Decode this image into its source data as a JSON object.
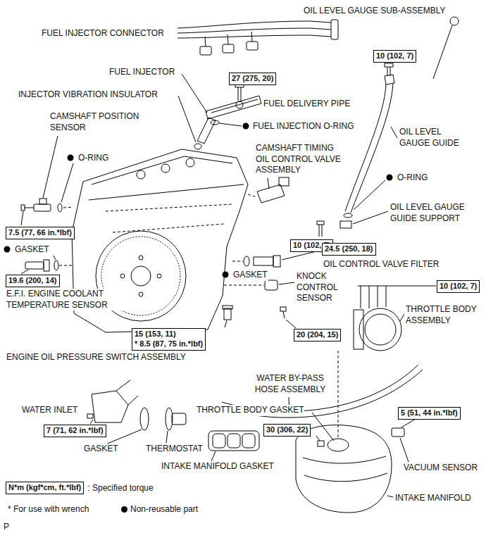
{
  "diagram": {
    "nodes": [
      {
        "text": [
          "10 (102, 7)"
        ]
      },
      {
        "text": [
          "27 (275, 20)"
        ]
      },
      {
        "text": [
          "7.5 (77, 66 in.*lbf)"
        ]
      },
      {
        "text": [
          "10 (102, 7)"
        ]
      },
      {
        "text": [
          "24.5 (250, 18)"
        ]
      },
      {
        "text": [
          "19.6 (200, 14)"
        ]
      },
      {
        "text": [
          "10 (102, 7)"
        ]
      },
      {
        "text": [
          "15 (153, 11)",
          "* 8.5 (87, 75 in.*lbf)"
        ]
      },
      {
        "text": [
          "20 (204, 15)"
        ]
      },
      {
        "text": [
          "5 (51, 44 in.*lbf)"
        ]
      },
      {
        "text": [
          "7 (71, 62 in.*lbf)"
        ]
      },
      {
        "text": [
          "30 (306, 22)"
        ]
      },
      {
        "text": [
          "N*m (kgf*cm, ft.*lbf)"
        ]
      }
    ],
    "labels": [
      "OIL LEVEL GAUGE SUB-ASSEMBLY",
      "FUEL INJECTOR CONNECTOR",
      "FUEL INJECTOR",
      "INJECTOR VIBRATION INSULATOR",
      "FUEL DELIVERY PIPE",
      "CAMSHAFT POSITION SENSOR",
      "FUEL INJECTION O-RING",
      "OIL LEVEL GAUGE GUIDE",
      "O-RING",
      "CAMSHAFT TIMING OIL CONTROL VALVE ASSEMBLY",
      "O-RING",
      "OIL LEVEL GAUGE GUIDE SUPPORT",
      "GASKET",
      "OIL CONTROL VALVE FILTER",
      "GASKET",
      "KNOCK CONTROL SENSOR",
      "E.F.I. ENGINE COOLANT TEMPERATURE SENSOR",
      "THROTTLE BODY ASSEMBLY",
      "ENGINE OIL PRESSURE SWITCH ASSEMBLY",
      "WATER BY-PASS HOSE ASSEMBLY",
      "WATER INLET",
      "THROTTLE BODY GASKET",
      "GASKET",
      "THERMOSTAT",
      "INTAKE MANIFOLD GASKET",
      "VACUUM SENSOR",
      "INTAKE MANIFOLD",
      ": Specified torque",
      "* For use with wrench",
      "P"
    ],
    "legend": [
      {
        "text": "Non-reusable part"
      }
    ]
  }
}
